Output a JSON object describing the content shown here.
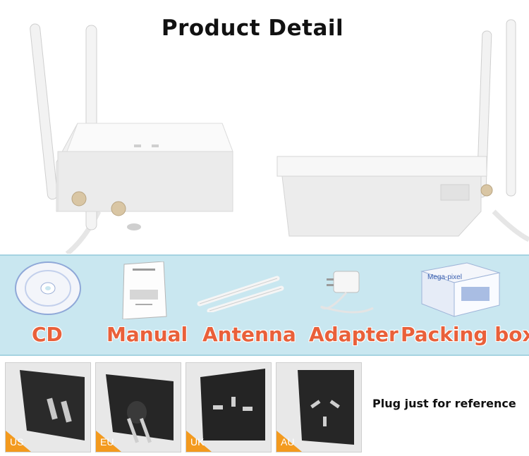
{
  "title": "Product Detail",
  "accessories": [
    {
      "label": "CD",
      "icon": "cd-icon"
    },
    {
      "label": "Manual",
      "icon": "manual-icon"
    },
    {
      "label": "Antenna",
      "icon": "antenna-icon"
    },
    {
      "label": "Adapter",
      "icon": "adapter-icon"
    },
    {
      "label": "Packing box",
      "icon": "packing-box-icon"
    }
  ],
  "plugs": [
    {
      "code": "US"
    },
    {
      "code": "EU"
    },
    {
      "code": "UK"
    },
    {
      "code": "AU"
    }
  ],
  "plug_note": "Plug just for reference",
  "box_brand": "Mega-pixel",
  "colors": {
    "accent": "#e9603a",
    "band": "#c9e7f0",
    "plug_corner": "#f39a1e"
  }
}
